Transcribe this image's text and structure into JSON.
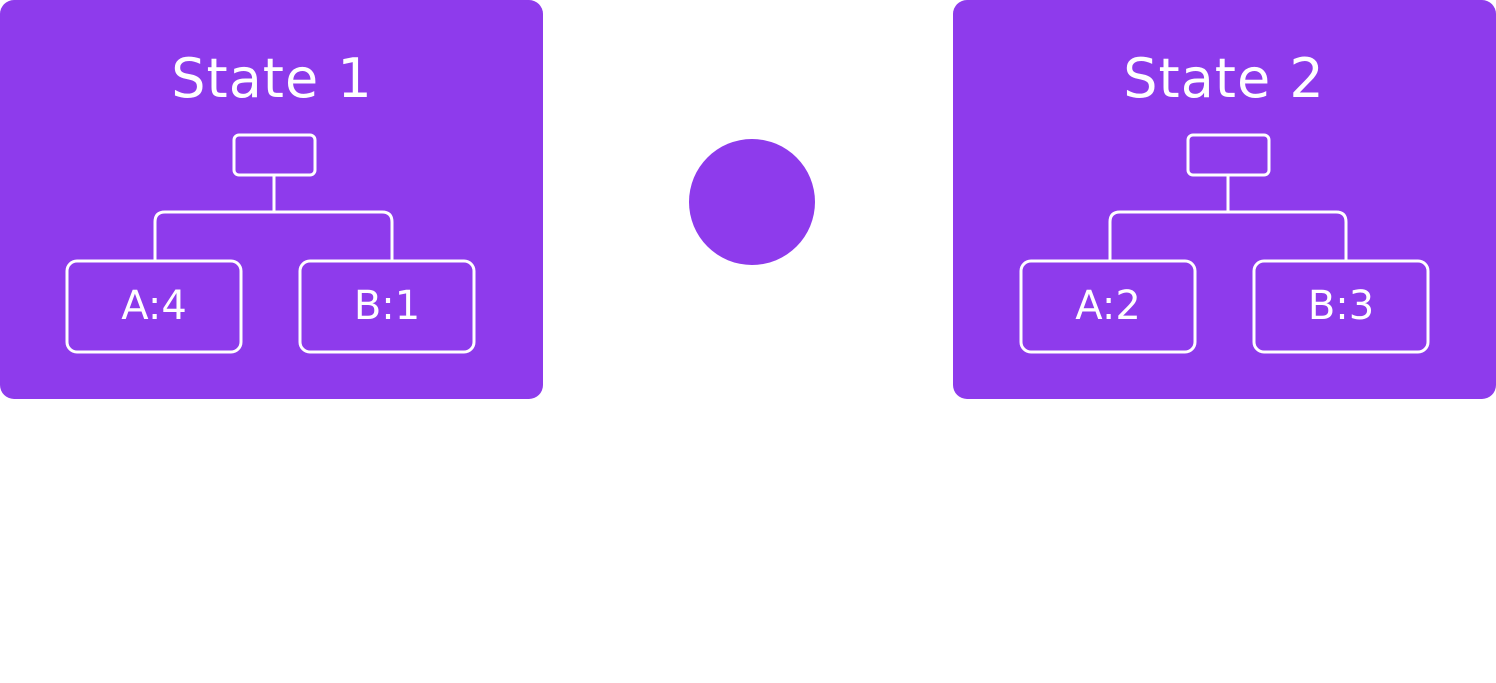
{
  "colors": {
    "state_fill": "#8e3bec",
    "node_stroke": "#ffffff",
    "background": "#ffffff"
  },
  "state1": {
    "title": "State 1",
    "left_node": "A:4",
    "right_node": "B:1"
  },
  "state2": {
    "title": "State 2",
    "left_node": "A:2",
    "right_node": "B:3"
  }
}
